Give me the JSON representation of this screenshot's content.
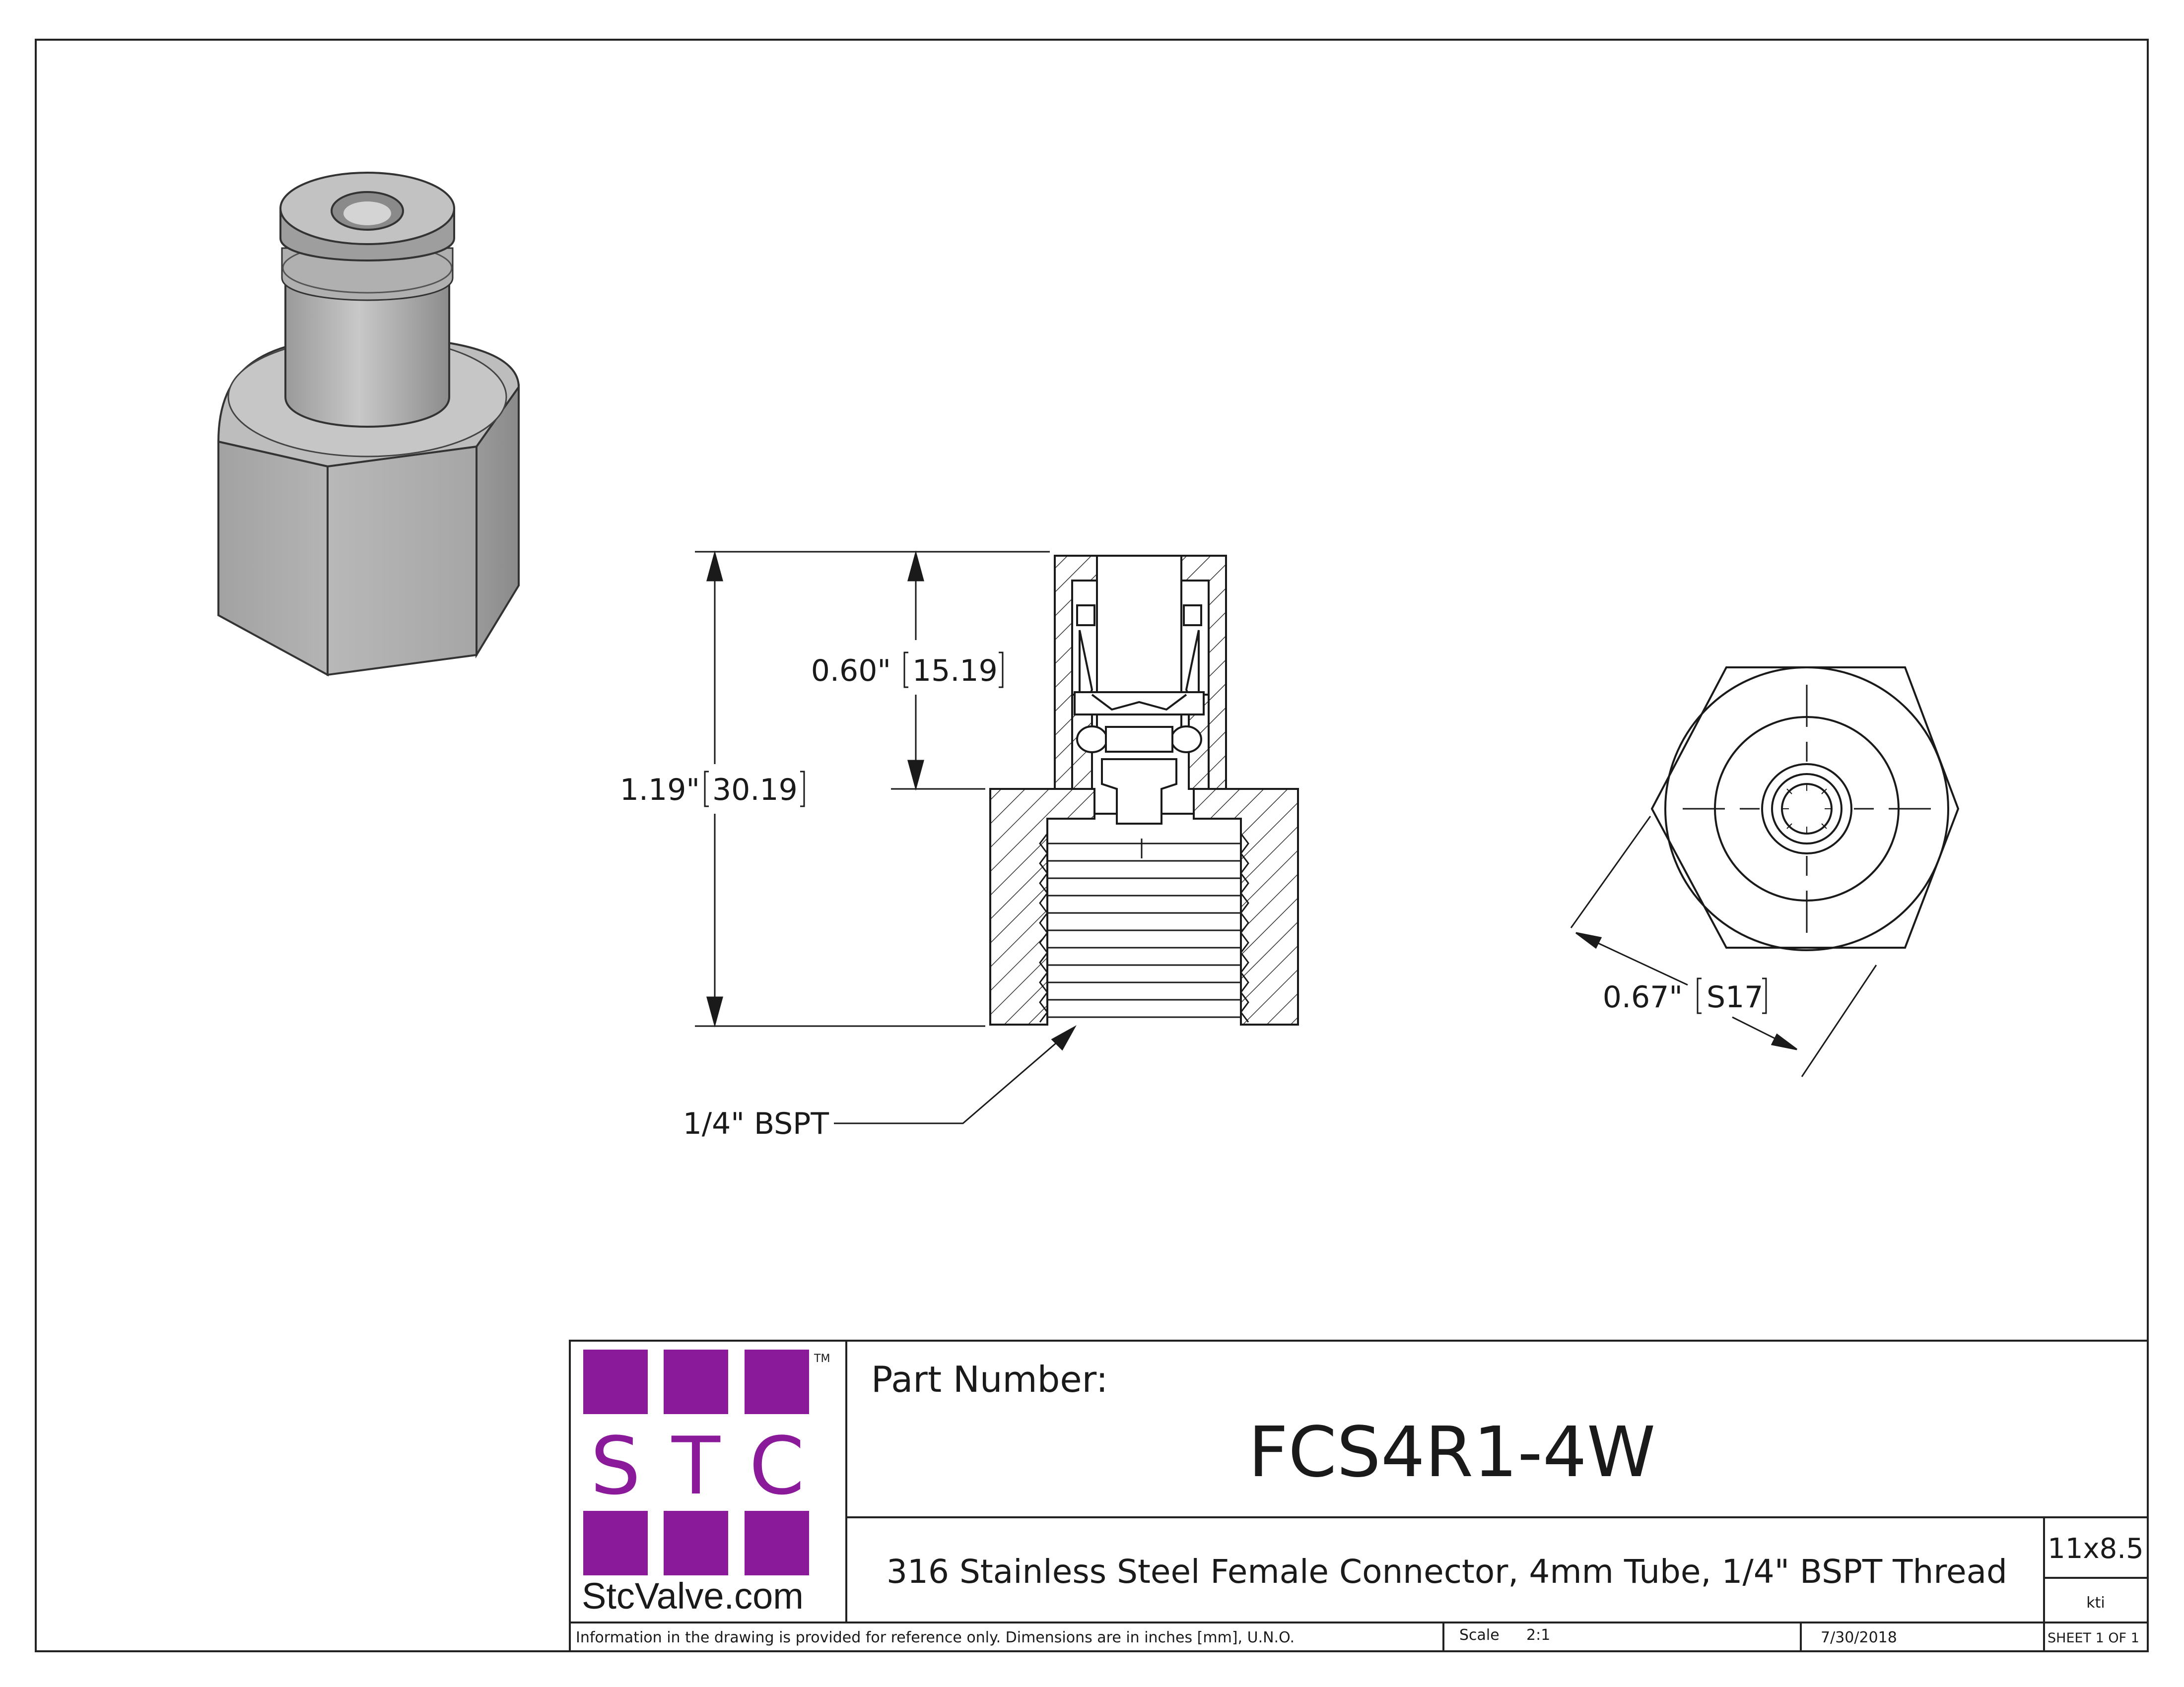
{
  "dimensions": {
    "overall_height": "1.19\"",
    "overall_height_mm": "30.19",
    "upper_height": "0.60\"",
    "upper_height_mm": "15.19",
    "hex_size": "0.67\"",
    "hex_size_mm": "S17",
    "thread_callout": "1/4\" BSPT"
  },
  "logo": {
    "letters": [
      "S",
      "T",
      "C"
    ],
    "trademark": "TM",
    "website": "StcValve.com",
    "color": "#8b1a9b"
  },
  "title_block": {
    "part_number_label": "Part Number:",
    "part_number": "FCS4R1-4W",
    "description": "316 Stainless Steel Female Connector, 4mm Tube, 1/4\" BSPT Thread",
    "size": "11x8.5",
    "drawn_by": "kti",
    "disclaimer": "Information in the drawing is provided for reference only. Dimensions are in inches [mm], U.N.O.",
    "scale_label": "Scale",
    "scale": "2:1",
    "date": "7/30/2018",
    "sheet": "SHEET 1 OF 1"
  },
  "colors": {
    "line": "#1a1a1a",
    "metal_light": "#c9c9c9",
    "metal_mid": "#a9a9a9",
    "metal_dark": "#8a8a8a"
  }
}
